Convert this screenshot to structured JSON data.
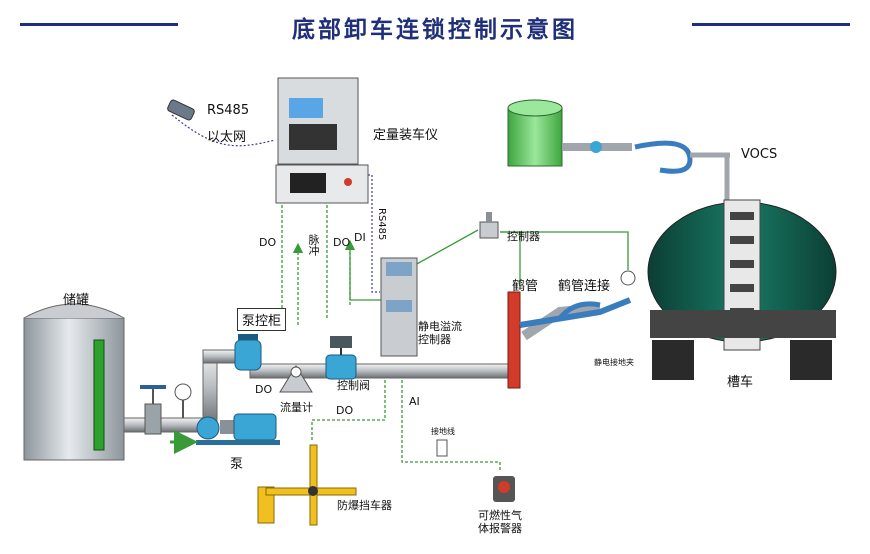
{
  "title": "底部卸车连锁控制示意图",
  "labels": {
    "rs485_top": "RS485",
    "ethernet": "以太网",
    "loader": "定量装车仪",
    "do1": "DO",
    "pulse": "脉冲",
    "do2": "DO",
    "di": "DI",
    "rs485_side": "RS485",
    "controller": "控制器",
    "vocs": "VOCS",
    "crane": "鹤管",
    "crane_conn": "鹤管连接",
    "storage": "储罐",
    "pump_cabinet": "泵控柜",
    "static_ctrl": "静电溢流控制器",
    "do_pump": "DO",
    "flowmeter": "流量计",
    "ctrl_valve": "控制阀",
    "do_barrier": "DO",
    "ai": "AI",
    "pump": "泵",
    "ground_wire": "接地线",
    "static_clamp": "静电接地夹",
    "tanker": "槽车",
    "barrier": "防爆挡车器",
    "gas_alarm": "可燃性气体报警器"
  },
  "colors": {
    "title": "#1f2f7a",
    "signal_green": "#3a9a3a",
    "signal_blue": "#3a3aa0",
    "tank_green": "#6ccf6c",
    "tanker_body": "#0f5a4a",
    "crane_red": "#d23a2a"
  }
}
